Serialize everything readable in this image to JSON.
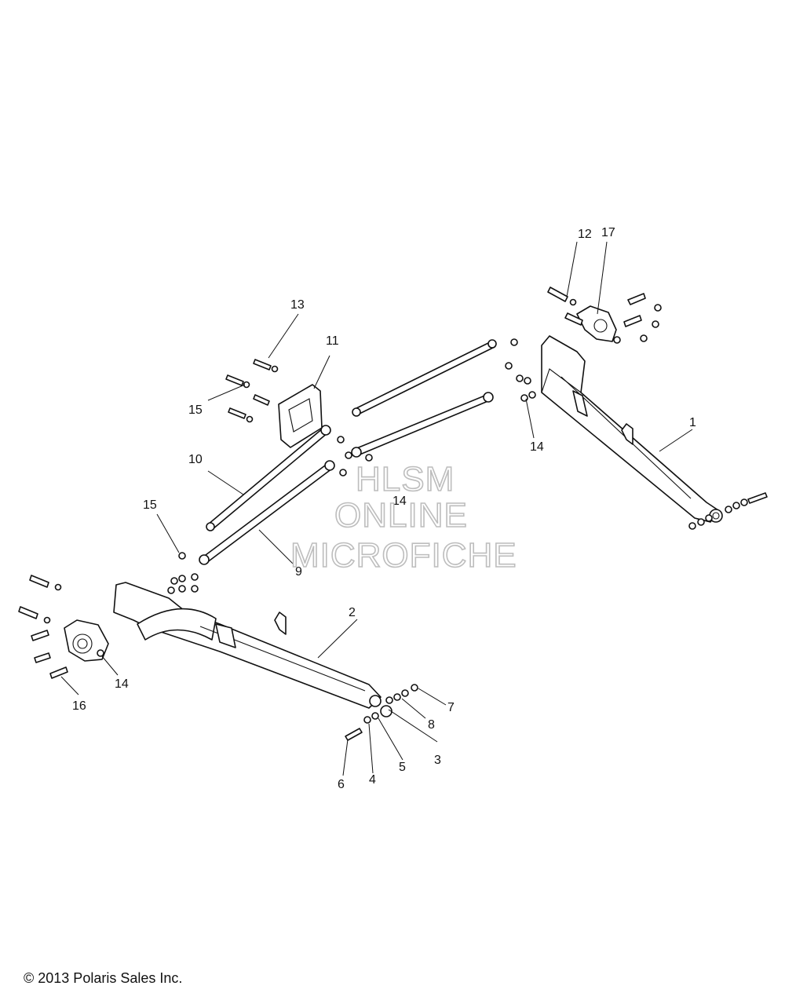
{
  "callouts": {
    "c1": "1",
    "c2": "2",
    "c3": "3",
    "c4": "4",
    "c5": "5",
    "c6": "6",
    "c7": "7",
    "c8": "8",
    "c9": "9",
    "c10": "10",
    "c11": "11",
    "c12": "12",
    "c13": "13",
    "c14a": "14",
    "c14b": "14",
    "c14c": "14",
    "c15a": "15",
    "c15b": "15",
    "c16": "16",
    "c17": "17"
  },
  "watermark": {
    "line1": "HLSM",
    "line2": "ONLINE",
    "line3": "MICROFICHE"
  },
  "copyright": "© 2013 Polaris Sales Inc."
}
